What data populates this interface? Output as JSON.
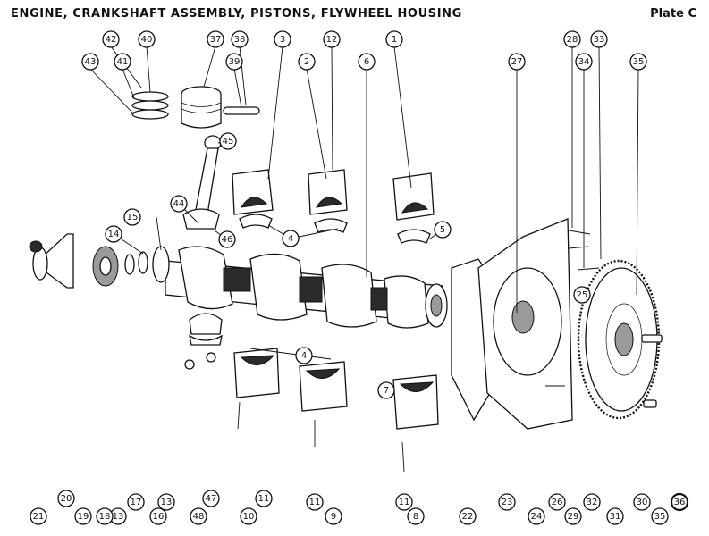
{
  "title": "ENGINE, CRANKSHAFT ASSEMBLY, PISTONS, FLYWHEEL HOUSING",
  "plate": "Plate C",
  "callouts": [
    "1",
    "2",
    "3",
    "4",
    "4",
    "5",
    "6",
    "7",
    "8",
    "9",
    "10",
    "11",
    "11",
    "11",
    "12",
    "13",
    "13",
    "14",
    "15",
    "16",
    "17",
    "18",
    "19",
    "20",
    "21",
    "22",
    "23",
    "24",
    "25",
    "26",
    "27",
    "28",
    "29",
    "30",
    "31",
    "32",
    "33",
    "34",
    "35",
    "35",
    "36",
    "37",
    "38",
    "39",
    "40",
    "41",
    "42",
    "43",
    "44",
    "45",
    "46",
    "47",
    "48"
  ]
}
